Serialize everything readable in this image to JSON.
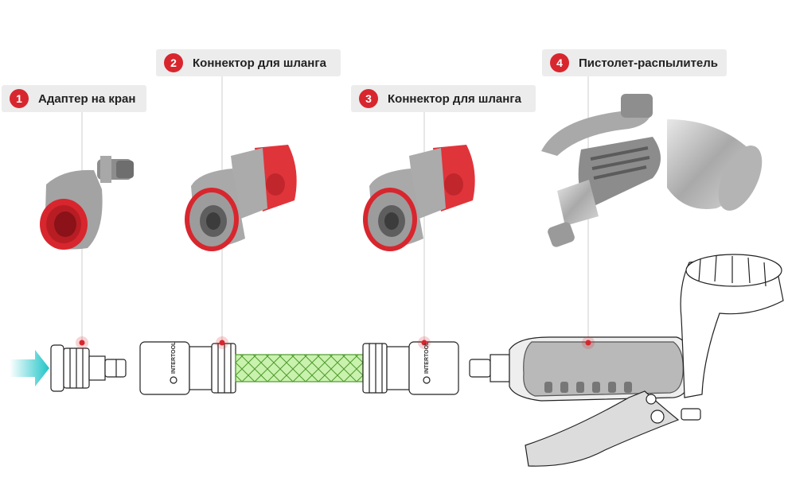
{
  "callouts": [
    {
      "num": "1",
      "text": "Адаптер на кран"
    },
    {
      "num": "2",
      "text": "Коннектор для шланга"
    },
    {
      "num": "3",
      "text": "Коннектор для шланга"
    },
    {
      "num": "4",
      "text": "Пистолет-распылитель"
    }
  ],
  "brand": {
    "name": "INTERTOOL"
  },
  "colors": {
    "accent": "#d8262e",
    "grey": "#9b9b9b",
    "hose": "#bff0a0",
    "arrow": "#1fc4c8"
  }
}
